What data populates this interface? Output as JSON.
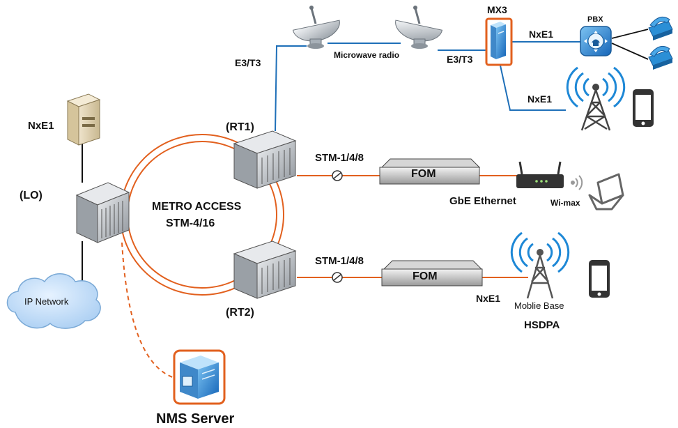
{
  "labels": {
    "lo": "(LO)",
    "rt1": "(RT1)",
    "rt2": "(RT2)",
    "mx3": "MX3",
    "pbx": "PBX",
    "nxe1_lo": "NxE1",
    "nxe1_pbx": "NxE1",
    "nxe1_tower": "NxE1",
    "nxe1_hsdpa": "NxE1",
    "e3t3_left": "E3/T3",
    "e3t3_right": "E3/T3",
    "microwave": "Microwave radio",
    "metro_line1": "METRO ACCESS",
    "metro_line2": "STM-4/16",
    "stm_top": "STM-1/4/8",
    "stm_bottom": "STM-1/4/8",
    "fom_top": "FOM",
    "fom_bottom": "FOM",
    "gbe": "GbE Ethernet",
    "wimax": "Wi-max",
    "ip_network": "IP Network",
    "mobile_base": "Moblie Base",
    "hsdpa": "HSDPA",
    "nms": "NMS Server"
  },
  "colors": {
    "orange": "#e2601e",
    "blue": "#1e6fb8",
    "black": "#111111"
  },
  "icons": [
    "server-tower-icon",
    "network-equipment-icon",
    "satellite-dish-icon",
    "mx3-device-icon",
    "pbx-icon",
    "telephone-icon",
    "antenna-tower-icon",
    "smartphone-icon",
    "fom-device-icon",
    "router-icon",
    "laptop-icon",
    "cloud-icon",
    "nms-server-icon"
  ]
}
